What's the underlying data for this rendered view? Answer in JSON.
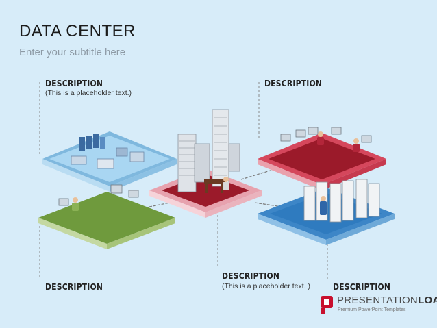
{
  "title": "DATA CENTER",
  "subtitle": "Enter your subtitle here",
  "descriptions": {
    "top_left": {
      "heading": "DESCRIPTION",
      "text": "(This is a placeholder text.)"
    },
    "top_right": {
      "heading": "DESCRIPTION"
    },
    "bottom_left": {
      "heading": "DESCRIPTION"
    },
    "bottom_center": {
      "heading": "DESCRIPTION",
      "text": "(This is a placeholder text. )"
    },
    "bottom_right": {
      "heading": "DESCRIPTION"
    }
  },
  "logo": {
    "brand_light": "PRESENTATION",
    "brand_bold": "LOAD",
    "registered": "®",
    "tagline": "Premium PowerPoint Templates"
  },
  "colors": {
    "background": "#d7ecf9",
    "platform_blue_light": "#9fd0ee",
    "platform_pink": "#f3c4cc",
    "platform_darkred": "#9b1a2a",
    "platform_red": "#d5475c",
    "platform_green": "#6f9a3d",
    "platform_blue": "#2f7bbf",
    "logo_red": "#c8102e"
  },
  "icons": [
    "server-rack-icon",
    "workstation-icon",
    "person-icon",
    "network-link-icon"
  ]
}
